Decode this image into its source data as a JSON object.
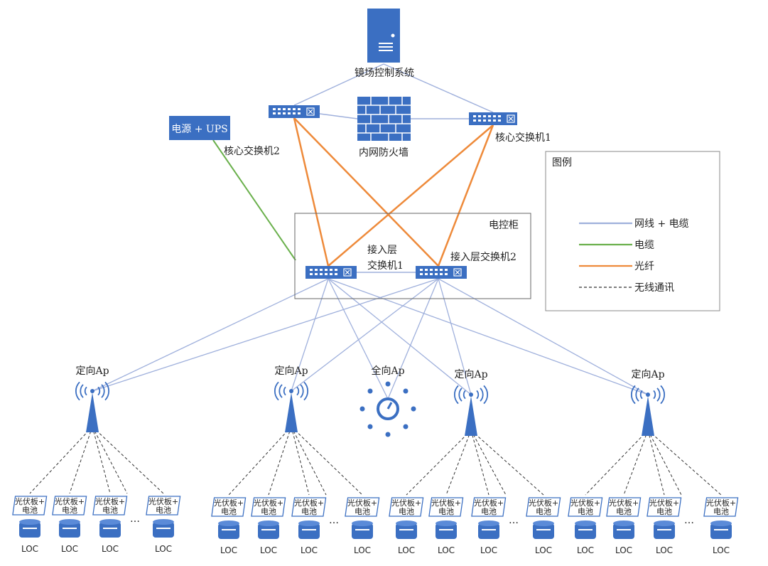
{
  "nodes": {
    "server": "镜场控制系统",
    "firewall": "内网防火墙",
    "core_switch_1": "核心交换机1",
    "core_switch_2": "核心交换机2",
    "power_ups": "电源 + UPS",
    "cabinet": "电控柜",
    "access_switch_1_line1": "接入层",
    "access_switch_1_line2": "交换机1",
    "access_switch_2": "接入层交换机2",
    "omni_ap": "全向Ap",
    "directional_ap": "定向Ap"
  },
  "legend": {
    "title": "图例",
    "items": [
      {
        "label": "网线 + 电缆",
        "color": "#9fb0dc",
        "style": "solid"
      },
      {
        "label": "电缆",
        "color": "#6ab04c",
        "style": "solid"
      },
      {
        "label": "光纤",
        "color": "#ee8a3a",
        "style": "solid"
      },
      {
        "label": "无线通讯",
        "color": "#333333",
        "style": "dashed"
      }
    ]
  },
  "loc": {
    "panel_line1": "光伏板+",
    "panel_line2": "电池",
    "label": "LOC",
    "ellipsis": "…"
  },
  "colors": {
    "device": "#3b6fc2",
    "network_cable": "#9fb0dc",
    "power_cable": "#6ab04c",
    "fiber": "#ee8a3a"
  }
}
